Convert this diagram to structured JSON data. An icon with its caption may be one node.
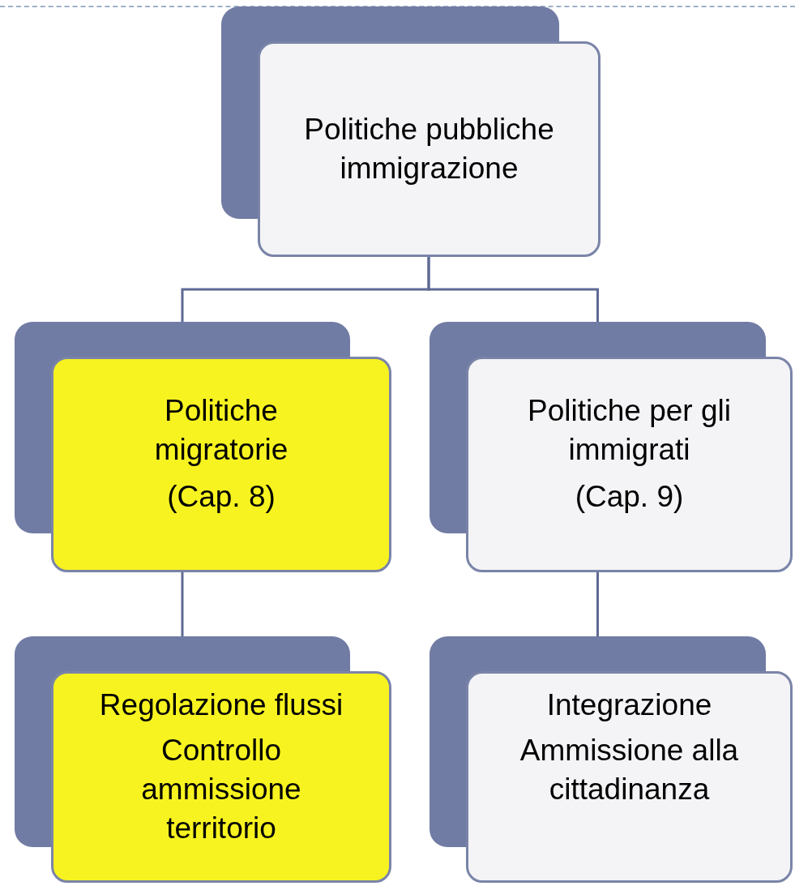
{
  "diagram": {
    "nodes": [
      {
        "text": [
          "Politiche pubbliche immigrazione"
        ]
      },
      {
        "text": [
          "Politiche migratorie",
          "(Cap. 8)"
        ]
      },
      {
        "text": [
          "Politiche per gli immigrati",
          "(Cap. 9)"
        ]
      },
      {
        "text": [
          "Regolazione flussi",
          "Controllo ammissione territorio"
        ]
      },
      {
        "text": [
          "Integrazione",
          "Ammissione alla cittadinanza"
        ]
      }
    ],
    "edges": [
      {
        "from": 0,
        "to": 1,
        "arrow": "none"
      },
      {
        "from": 0,
        "to": 2,
        "arrow": "none"
      },
      {
        "from": 1,
        "to": 3,
        "arrow": "none"
      },
      {
        "from": 2,
        "to": 4,
        "arrow": "none"
      }
    ]
  }
}
